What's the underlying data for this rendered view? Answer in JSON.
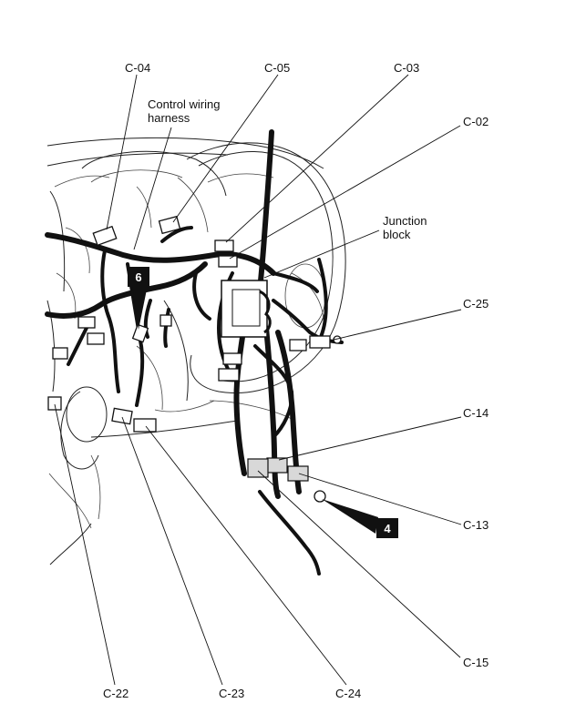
{
  "callouts": {
    "c04": "C-04",
    "c05": "C-05",
    "c03": "C-03",
    "c02": "C-02",
    "control_line1": "Control wiring",
    "control_line2": "harness",
    "junction_line1": "Junction",
    "junction_line2": "block",
    "c25": "C-25",
    "c14": "C-14",
    "c13": "C-13",
    "c15": "C-15",
    "c22": "C-22",
    "c23": "C-23",
    "c24": "C-24"
  },
  "badges": {
    "six": "6",
    "four": "4"
  }
}
